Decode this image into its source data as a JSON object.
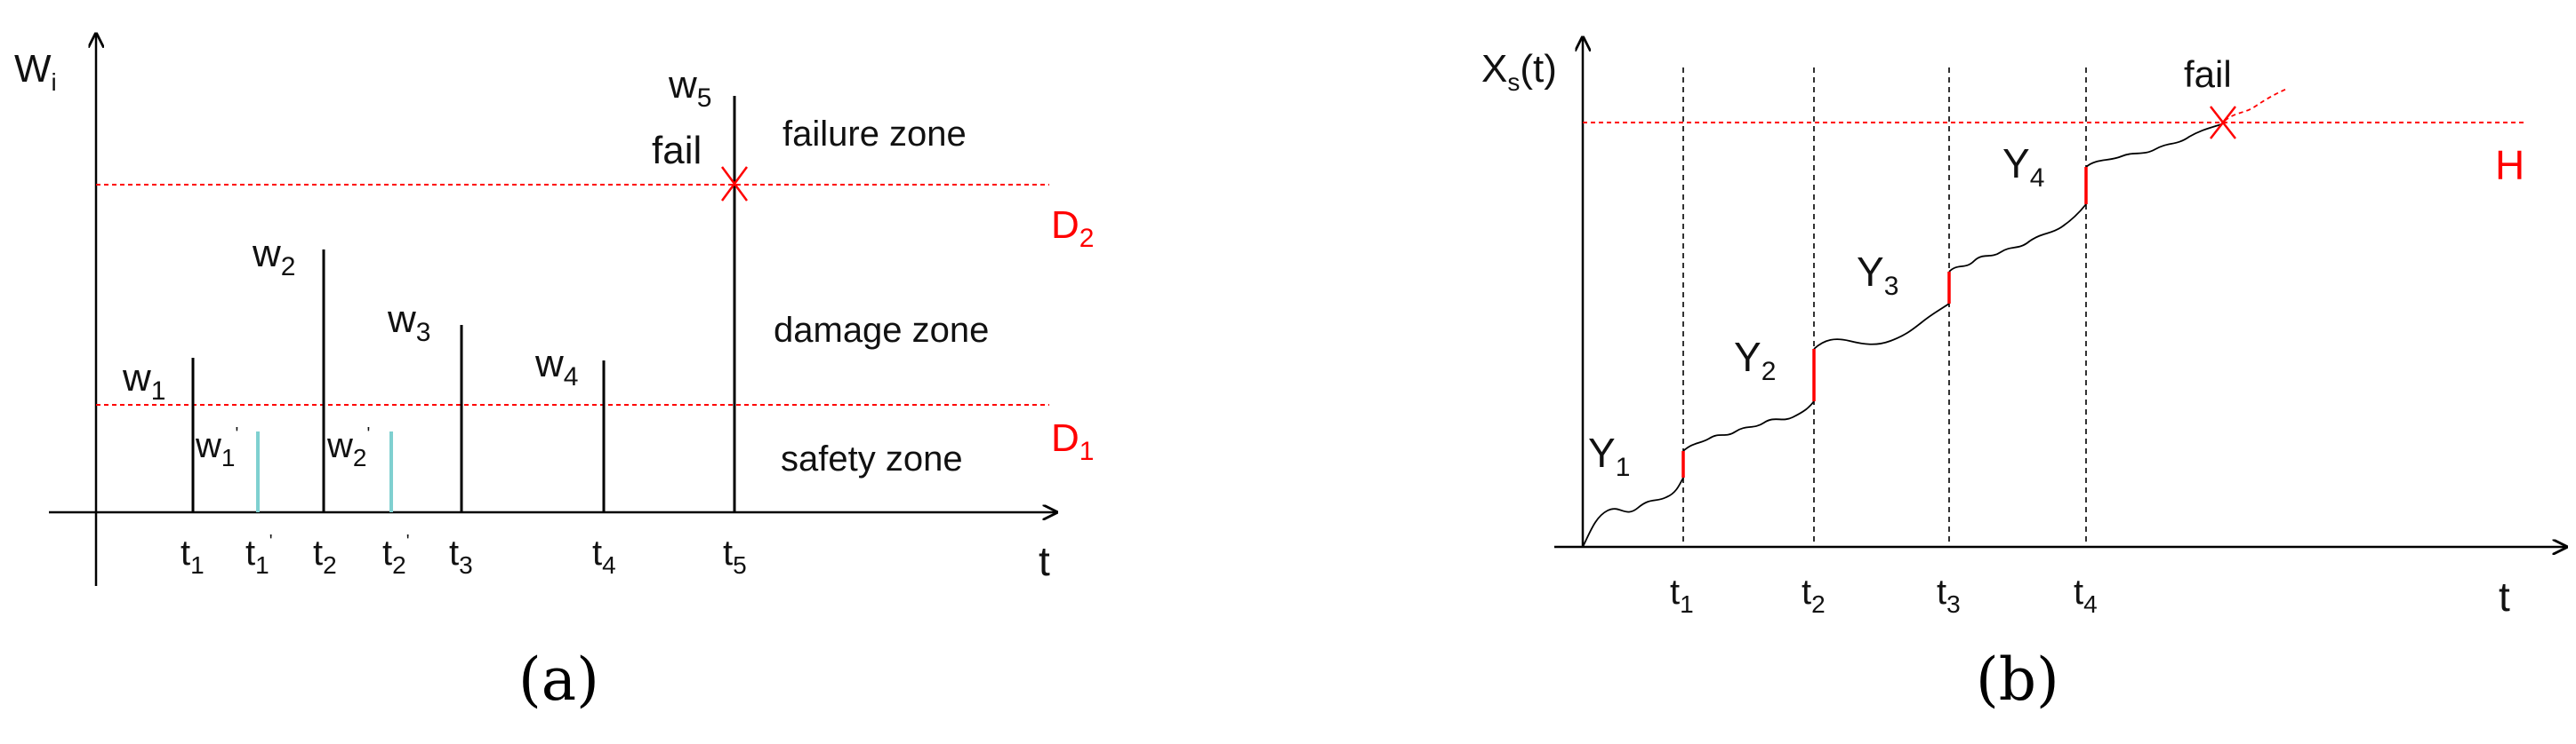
{
  "panel_a": {
    "y_axis_label": "W",
    "y_axis_label_sub": "i",
    "x_axis_label": "t",
    "zones": {
      "failure": "failure zone",
      "damage": "damage zone",
      "safety": "safety zone"
    },
    "thresholds": [
      {
        "base": "D",
        "sub": "2"
      },
      {
        "base": "D",
        "sub": "1"
      }
    ],
    "fail_label": "fail",
    "shocks": [
      {
        "base": "w",
        "sub": "1",
        "color": "#000000"
      },
      {
        "base": "w",
        "sub": "1",
        "prime": "'",
        "color": "#7fd0d0"
      },
      {
        "base": "w",
        "sub": "2",
        "color": "#000000"
      },
      {
        "base": "w",
        "sub": "2",
        "prime": "'",
        "color": "#7fd0d0"
      },
      {
        "base": "w",
        "sub": "3",
        "color": "#000000"
      },
      {
        "base": "w",
        "sub": "4",
        "color": "#000000"
      },
      {
        "base": "w",
        "sub": "5",
        "color": "#000000"
      }
    ],
    "ticks": [
      {
        "base": "t",
        "sub": "1"
      },
      {
        "base": "t",
        "sub": "1",
        "prime": "'"
      },
      {
        "base": "t",
        "sub": "2"
      },
      {
        "base": "t",
        "sub": "2",
        "prime": "'"
      },
      {
        "base": "t",
        "sub": "3"
      },
      {
        "base": "t",
        "sub": "4"
      },
      {
        "base": "t",
        "sub": "5"
      }
    ],
    "caption": "(a)"
  },
  "panel_b": {
    "y_axis_label": "X",
    "y_axis_label_sub": "s",
    "y_axis_label_tail": "(t)",
    "x_axis_label": "t",
    "threshold_label": "H",
    "fail_label": "fail",
    "jumps": [
      {
        "base": "Y",
        "sub": "1"
      },
      {
        "base": "Y",
        "sub": "2"
      },
      {
        "base": "Y",
        "sub": "3"
      },
      {
        "base": "Y",
        "sub": "4"
      }
    ],
    "ticks": [
      {
        "base": "t",
        "sub": "1"
      },
      {
        "base": "t",
        "sub": "2"
      },
      {
        "base": "t",
        "sub": "3"
      },
      {
        "base": "t",
        "sub": "4"
      }
    ],
    "caption": "(b)"
  },
  "colors": {
    "threshold": "#ff0000",
    "axis": "#000000",
    "secondary_shock": "#7fd0d0"
  }
}
